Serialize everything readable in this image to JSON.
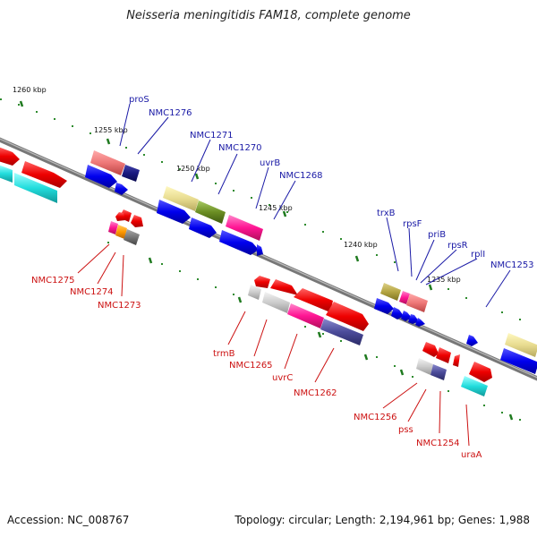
{
  "title": "Neisseria meningitidis FAM18, complete genome",
  "footer": {
    "accession": "Accession: NC_008767",
    "summary": "Topology: circular; Length: 2,194,961 bp; Genes: 1,988"
  },
  "colors": {
    "backbone": "#8c8c8c",
    "tick": "#2e8b2e",
    "top_label": "#1a1aa6",
    "bottom_label": "#cc1111"
  },
  "kbp_labels": [
    "1260 kbp",
    "1255 kbp",
    "1250 kbp",
    "1245 kbp",
    "1240 kbp",
    "1235 kbp"
  ],
  "top_labels": [
    "proS",
    "NMC1276",
    "NMC1271",
    "NMC1270",
    "uvrB",
    "NMC1268",
    "trxB",
    "rpsF",
    "priB",
    "rpsR",
    "rplI",
    "NMC1253"
  ],
  "bottom_labels": [
    "NMC1275",
    "NMC1274",
    "NMC1273",
    "trmB",
    "NMC1265",
    "uvrC",
    "NMC1262",
    "NMC1256",
    "pss",
    "NMC1254",
    "uraA"
  ]
}
